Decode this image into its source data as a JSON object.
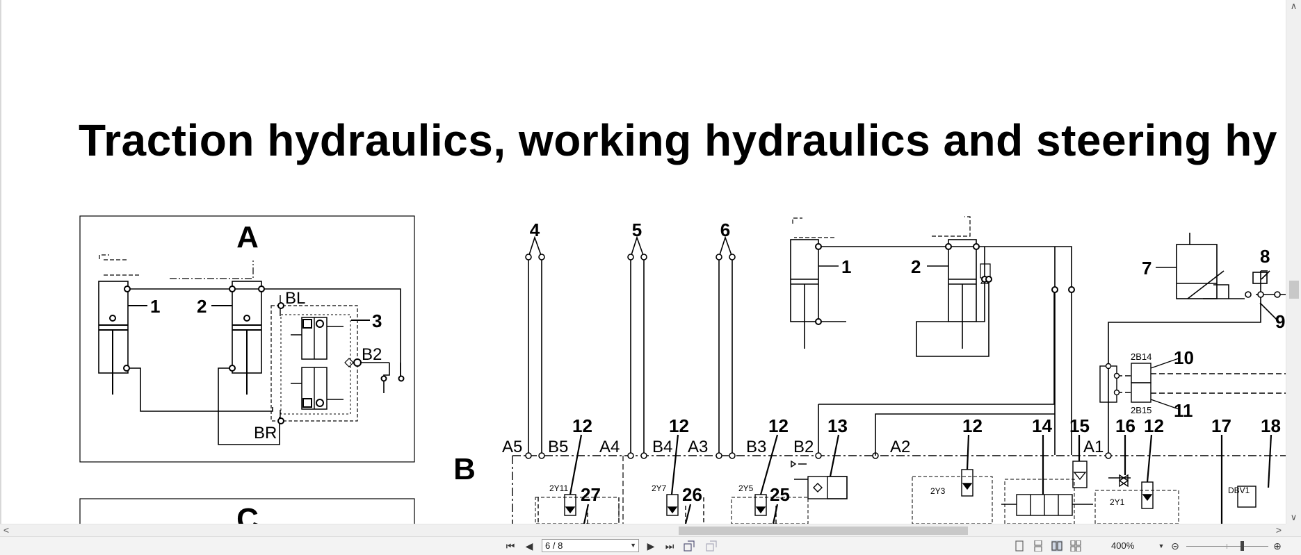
{
  "document": {
    "title": "Traction hydraulics, working hydraulics and steering hy"
  },
  "diagram": {
    "section_labels": [
      "A",
      "B",
      "C"
    ],
    "inset_a_labels": {
      "callouts": [
        "1",
        "2",
        "3"
      ],
      "ports": [
        "BL",
        "B2",
        "BR"
      ]
    },
    "line_numbers_top": [
      "4",
      "5",
      "6"
    ],
    "callouts_top": [
      "1",
      "2",
      "7",
      "8",
      "9",
      "10",
      "11"
    ],
    "sensor_labels": [
      "2B14",
      "2B15"
    ],
    "port_labels": [
      "A5",
      "B5",
      "A4",
      "B4",
      "A3",
      "B3",
      "B2",
      "A2",
      "A1"
    ],
    "callouts_bottom": [
      "12",
      "12",
      "12",
      "13",
      "12",
      "14",
      "15",
      "16",
      "12",
      "17",
      "18"
    ],
    "callouts_lower": [
      "27",
      "26",
      "25"
    ],
    "valve_labels": [
      "2Y11",
      "2Y7",
      "2Y5",
      "2Y3",
      "2Y1",
      "DBV1"
    ]
  },
  "statusbar": {
    "page_indicator": "6 / 8",
    "zoom": "400%",
    "icons": [
      "first-page-icon",
      "prev-page-icon",
      "next-page-icon",
      "last-page-icon",
      "prev-view-icon",
      "next-view-icon",
      "single-page-icon",
      "continuous-icon",
      "facing-icon",
      "continuous-facing-icon",
      "zoom-out-icon",
      "zoom-in-icon"
    ]
  }
}
